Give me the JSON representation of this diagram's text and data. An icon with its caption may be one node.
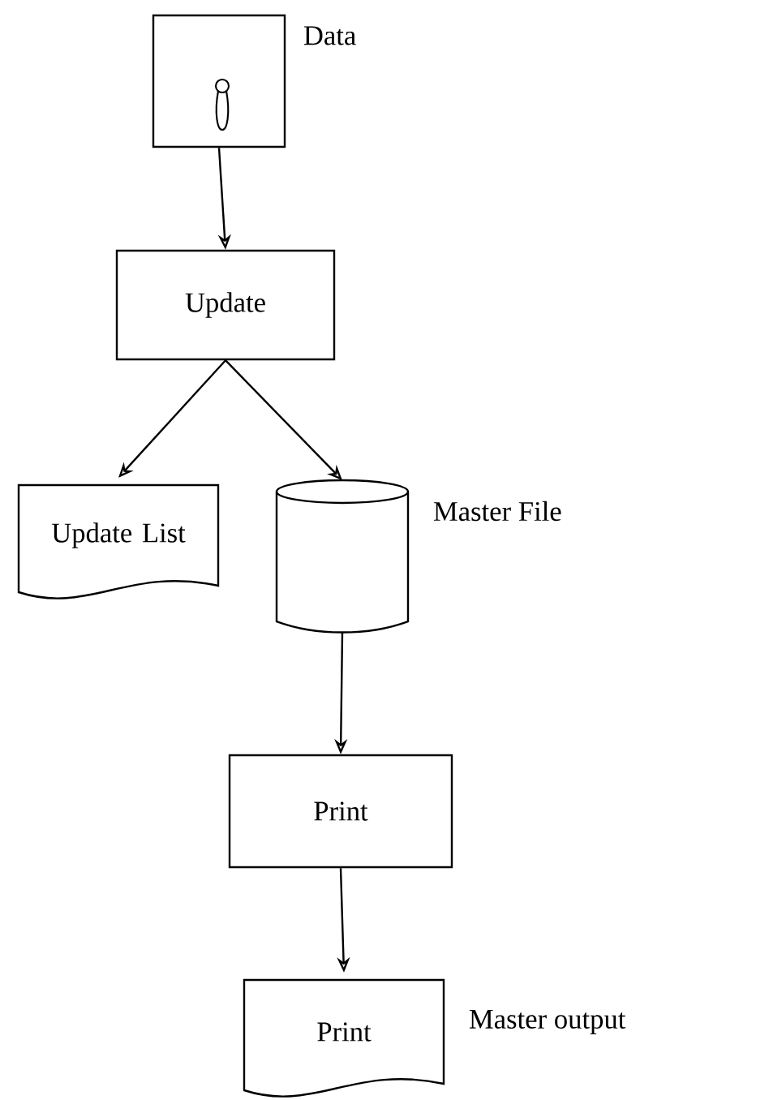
{
  "diagram": {
    "nodes": [
      {
        "text": [],
        "shape": "box",
        "beside": [
          "Data"
        ]
      },
      {
        "text": [
          "Update"
        ]
      },
      {
        "text": [
          "Update List"
        ]
      },
      {
        "text": [],
        "shape": "cylinder",
        "beside": [
          "Master File"
        ]
      },
      {
        "text": [
          "Print"
        ]
      },
      {
        "text": [
          "Print"
        ],
        "beside": [
          "Master output"
        ]
      }
    ],
    "edges": [
      {
        "from": 0,
        "to": 1,
        "arrow": "to"
      },
      {
        "from": 1,
        "to": 2,
        "arrow": "to"
      },
      {
        "from": 1,
        "to": 3,
        "arrow": "to"
      },
      {
        "from": 3,
        "to": 4,
        "arrow": "to"
      },
      {
        "from": 4,
        "to": 5,
        "arrow": "to"
      }
    ]
  }
}
